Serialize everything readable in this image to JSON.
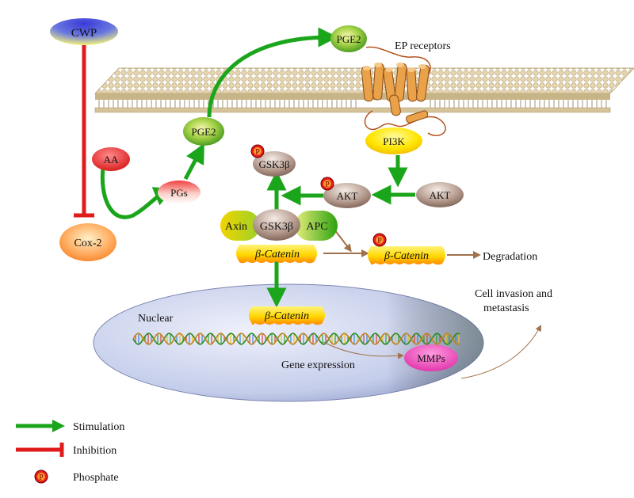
{
  "nodes": {
    "cwp": "CWP",
    "pge2_top": "PGE2",
    "ep_receptors": "EP receptors",
    "pge2_mid": "PGE2",
    "pi3k": "PI3K",
    "aa": "AA",
    "gsk3b_p": "GSK3β",
    "pgs": "PGs",
    "akt_p": "AKT",
    "akt": "AKT",
    "axin": "Axin",
    "gsk3b_complex": "GSK3β",
    "apc": "APC",
    "cox2": "Cox-2",
    "beta_catenin_complex": "β-Catenin",
    "beta_catenin_p": "β-Catenin",
    "degradation": "Degradation",
    "cell_invasion_line1": "Cell invasion and",
    "cell_invasion_line2": "metastasis",
    "nuclear": "Nuclear",
    "beta_catenin_nuclear": "β-Catenin",
    "gene_expression": "Gene expression",
    "mmps": "MMPs",
    "phospho_letter": "P"
  },
  "legend": {
    "stimulation": "Stimulation",
    "inhibition": "Inhibition",
    "phosphate": "Phosphate"
  },
  "colors": {
    "stimulation": "#1aa51a",
    "inhibition": "#e01b1b",
    "brown_arrow": "#a0714a",
    "membrane": "#d6c39a"
  }
}
